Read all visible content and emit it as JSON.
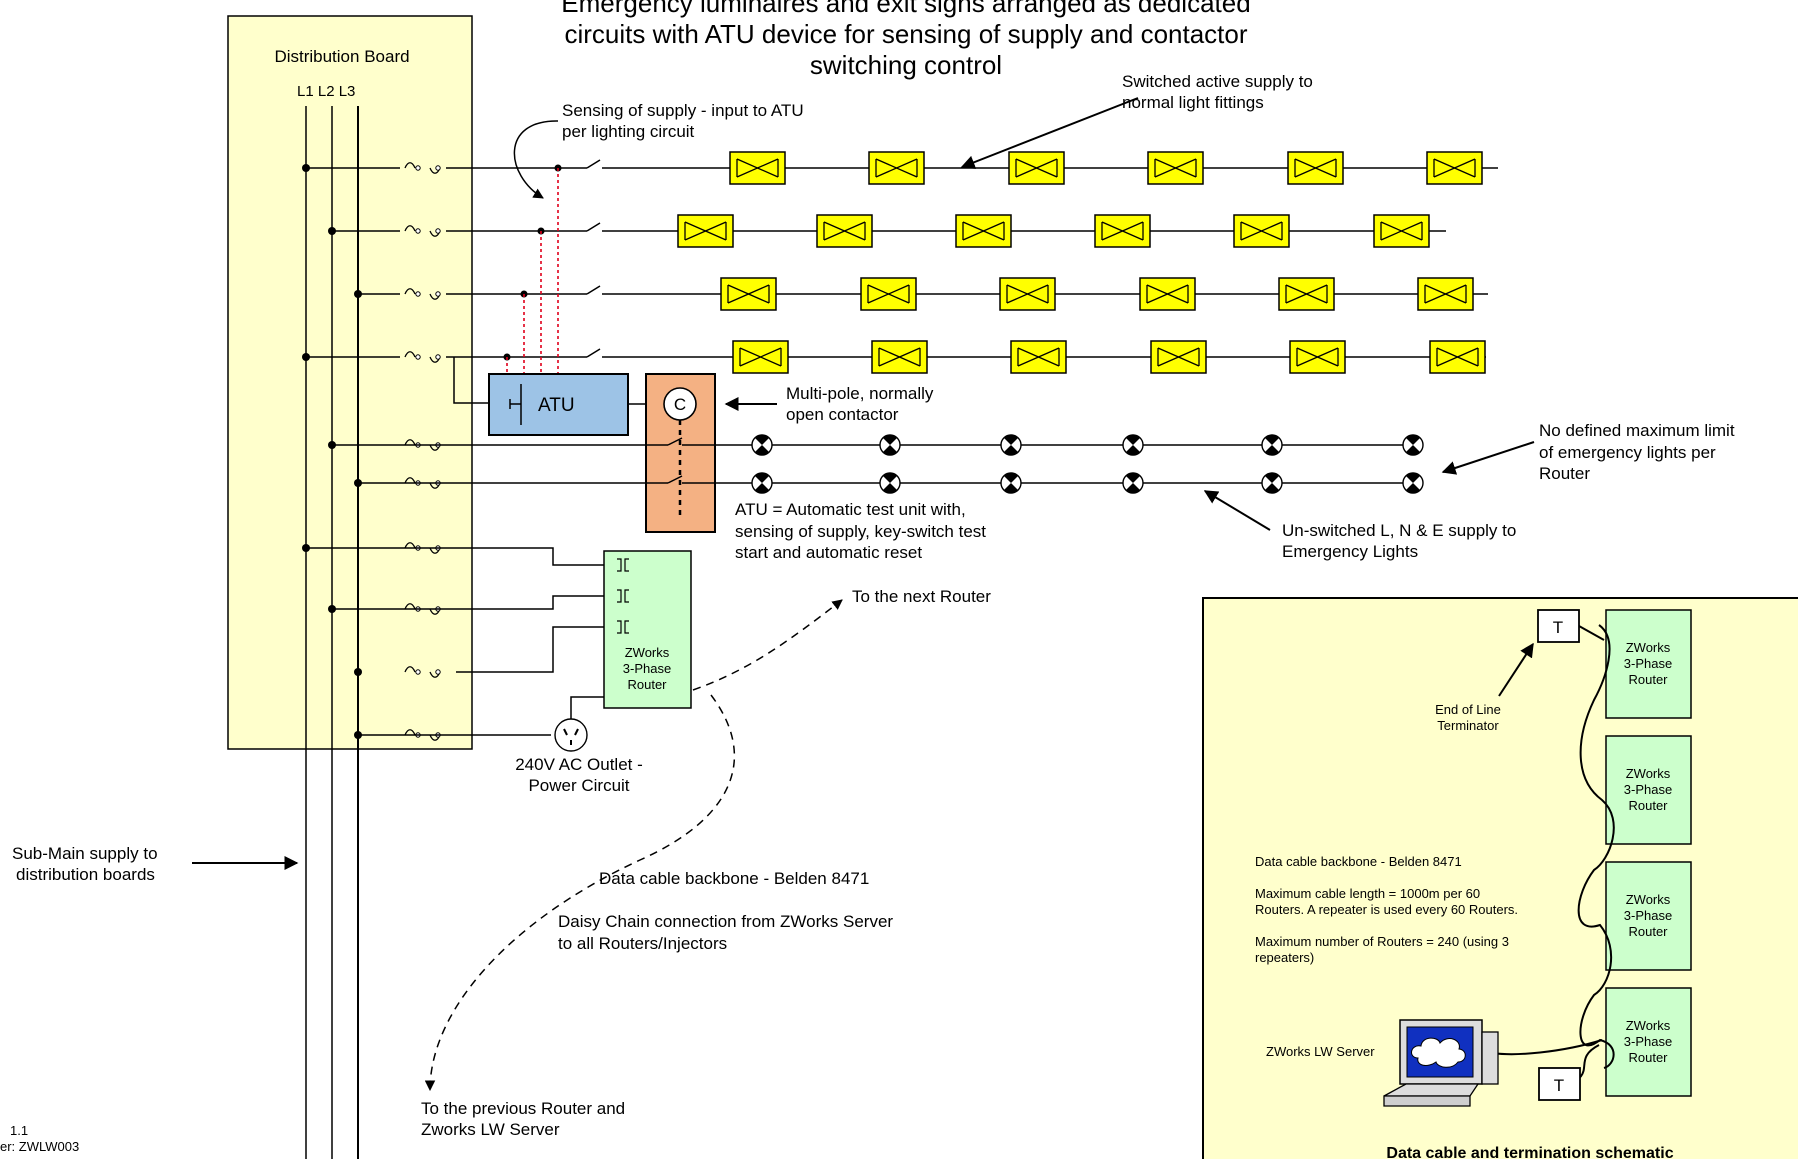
{
  "title": {
    "line1": "Emergency luminaires and exit signs arranged as dedicated",
    "line2": "circuits with ATU device for sensing of supply and contactor",
    "line3": "switching control"
  },
  "distribution_board": {
    "label": "Distribution Board",
    "phases": "L1 L2 L3"
  },
  "labels": {
    "sensing_line1": "Sensing of supply - input to ATU",
    "sensing_line2": "per lighting circuit",
    "switched_line1": "Switched active supply to",
    "switched_line2": "normal light fittings",
    "atu": "ATU",
    "contactor_symbol": "C",
    "contactor_line1": "Multi-pole, normally",
    "contactor_line2": "open contactor",
    "atu_def_line1": "ATU = Automatic test unit with,",
    "atu_def_line2": "sensing of supply, key-switch test",
    "atu_def_line3": "start and automatic reset",
    "nolimit_line1": "No defined maximum limit",
    "nolimit_line2": "of emergency lights per",
    "nolimit_line3": "Router",
    "unswitched_line1": "Un-switched L, N & E supply to",
    "unswitched_line2": "Emergency Lights",
    "router_line1": "ZWorks",
    "router_line2": "3-Phase",
    "router_line3": "Router",
    "next_router": "To the next Router",
    "outlet_line1": "240V AC Outlet -",
    "outlet_line2": "Power Circuit",
    "submain_line1": "Sub-Main supply to",
    "submain_line2": "distribution boards",
    "backbone": "Data cable backbone - Belden 8471",
    "daisy_line1": "Daisy Chain connection from ZWorks Server",
    "daisy_line2": "to all Routers/Injectors",
    "previous_line1": "To the previous Router and",
    "previous_line2": "Zworks LW Server",
    "rev_line1": "1.1",
    "rev_line2": "er: ZWLW003"
  },
  "inset": {
    "terminator_symbol": "T",
    "eol_line1": "End of Line",
    "eol_line2": "Terminator",
    "backbone": "Data cable backbone - Belden 8471",
    "maxlen_line1": "Maximum cable length = 1000m per 60",
    "maxlen_line2": "Routers. A repeater is used every 60 Routers.",
    "maxnum_line1": "Maximum number of Routers = 240 (using 3",
    "maxnum_line2": "repeaters)",
    "server": "ZWorks LW Server",
    "caption": "Data cable and termination schematic"
  },
  "colors": {
    "board_fill": "#ffffcc",
    "luminaire_fill": "#ffff00",
    "atu_fill": "#9dc3e6",
    "contactor_fill": "#f4b183",
    "router_fill": "#ccffcc",
    "sensing_wire": "#e0001b",
    "inset_fill": "#ffffcc",
    "screen_fill": "#1030c0"
  }
}
